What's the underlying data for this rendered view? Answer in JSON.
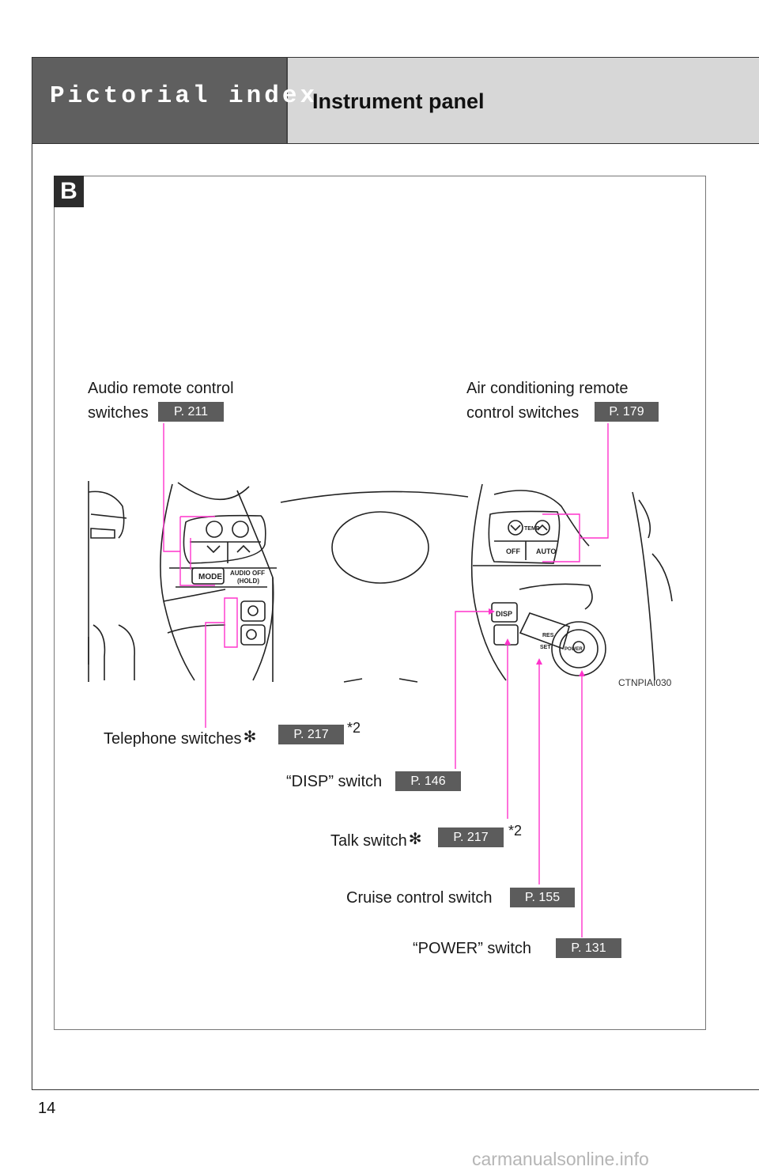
{
  "header": {
    "section_title": "Pictorial index",
    "panel_title": "Instrument panel"
  },
  "section_badge": "B",
  "image_code": "CTNPIAI030",
  "callouts": {
    "audio": {
      "line1": "Audio remote control",
      "line2": "switches",
      "page": "P. 211"
    },
    "aircon": {
      "line1": "Air conditioning remote",
      "line2": "control switches",
      "page": "P. 179"
    },
    "telephone": {
      "label": "Telephone switches",
      "page": "P. 217",
      "note": "*2"
    },
    "disp": {
      "label": "“DISP” switch",
      "page": "P. 146"
    },
    "talk": {
      "label": "Talk switch",
      "page": "P. 217",
      "note": "*2"
    },
    "cruise": {
      "label": "Cruise control switch",
      "page": "P. 155"
    },
    "power": {
      "label": "“POWER” switch",
      "page": "P. 131"
    }
  },
  "wheel_labels": {
    "mode": "MODE",
    "audio_off": "AUDIO OFF",
    "hold": "(HOLD)",
    "temp": "TEMP",
    "off": "OFF",
    "auto": "AUTO",
    "disp": "DISP",
    "res": "RES",
    "set": "SET",
    "power": "POWER"
  },
  "colors": {
    "leader": "#ff33cc",
    "badge": "#5c5c5c",
    "header_dark": "#5f5f5f",
    "header_light": "#d7d7d7"
  },
  "footer": {
    "page_number": "14",
    "watermark": "carmanualsonline.info"
  }
}
